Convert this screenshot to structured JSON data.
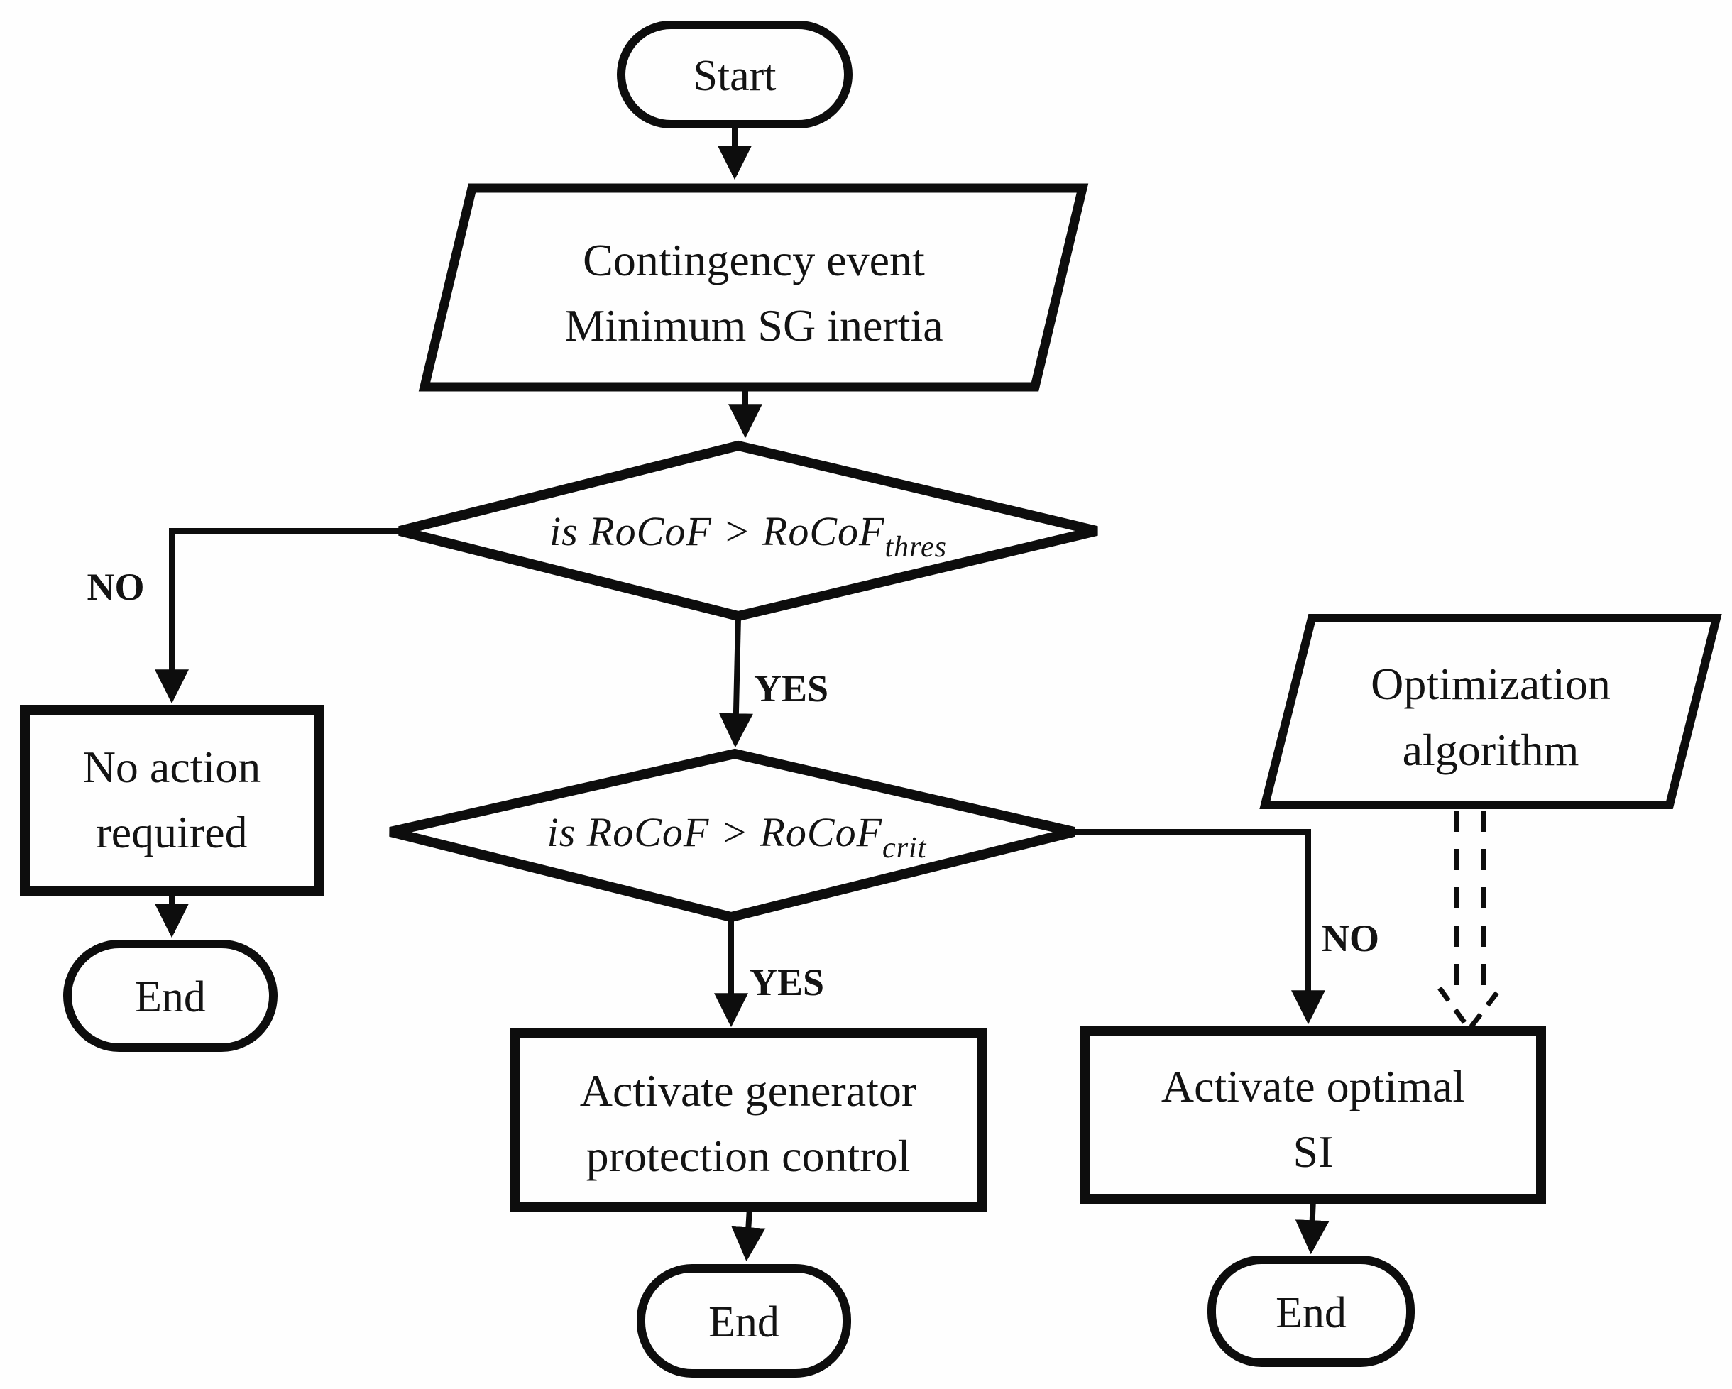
{
  "title": "RoCoF decision flowchart",
  "colors": {
    "line": "#0d0d0d",
    "background": "#fefefe",
    "text": "#131313"
  },
  "nodes": {
    "start": {
      "label": "Start"
    },
    "contingency": {
      "line1": "Contingency event",
      "line2": "Minimum SG inertia"
    },
    "decision_thres": {
      "text": "is RoCoF > RoCoF",
      "subscript": "thres"
    },
    "decision_crit": {
      "text": "is RoCoF > RoCoF",
      "subscript": "crit"
    },
    "no_action": {
      "line1": "No action",
      "line2": "required"
    },
    "end_left": {
      "label": "End"
    },
    "gen_protection": {
      "line1": "Activate generator",
      "line2": "protection control"
    },
    "end_center": {
      "label": "End"
    },
    "optimization": {
      "line1": "Optimization",
      "line2": "algorithm"
    },
    "optimal_si": {
      "line1": "Activate optimal",
      "line2": "SI"
    },
    "end_right": {
      "label": "End"
    }
  },
  "edge_labels": {
    "no_left": "NO",
    "yes_middle": "YES",
    "yes_bottom": "YES",
    "no_right": "NO"
  }
}
